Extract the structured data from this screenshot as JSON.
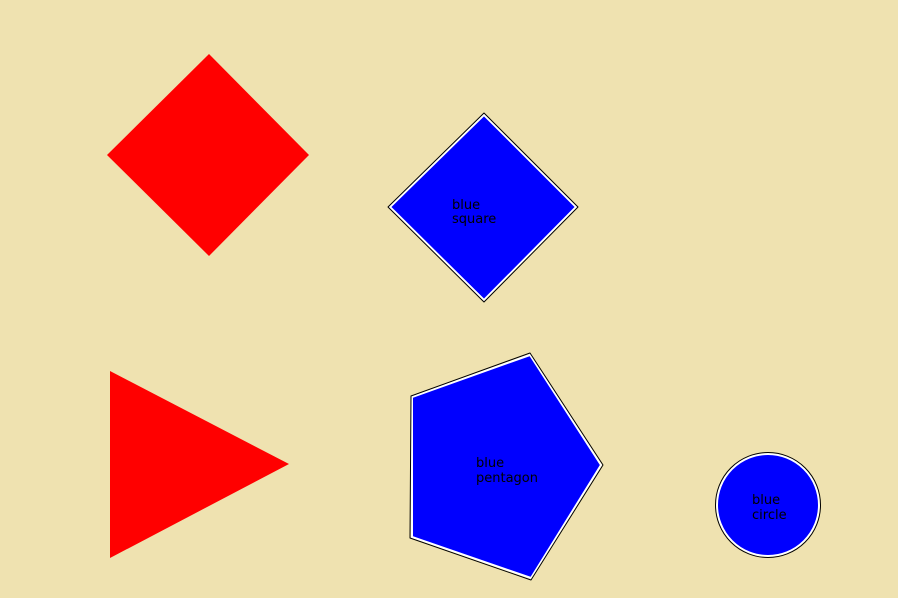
{
  "background_color": "#efe2b0",
  "shapes": [
    {
      "id": "red-diamond",
      "kind": "diamond",
      "fill": "#ff0000",
      "label": ""
    },
    {
      "id": "blue-square",
      "kind": "diamond",
      "fill": "#0000ff",
      "label": "blue\nsquare"
    },
    {
      "id": "red-triangle",
      "kind": "triangle",
      "fill": "#ff0000",
      "label": ""
    },
    {
      "id": "blue-pentagon",
      "kind": "pentagon",
      "fill": "#0000ff",
      "label": "blue\npentagon"
    },
    {
      "id": "blue-circle",
      "kind": "circle",
      "fill": "#0000ff",
      "label": "blue\ncircle"
    }
  ],
  "labels": {
    "blue_square": {
      "line1": "blue",
      "line2": "square"
    },
    "blue_pentagon": {
      "line1": "blue",
      "line2": "pentagon"
    },
    "blue_circle": {
      "line1": "blue",
      "line2": "circle"
    }
  }
}
